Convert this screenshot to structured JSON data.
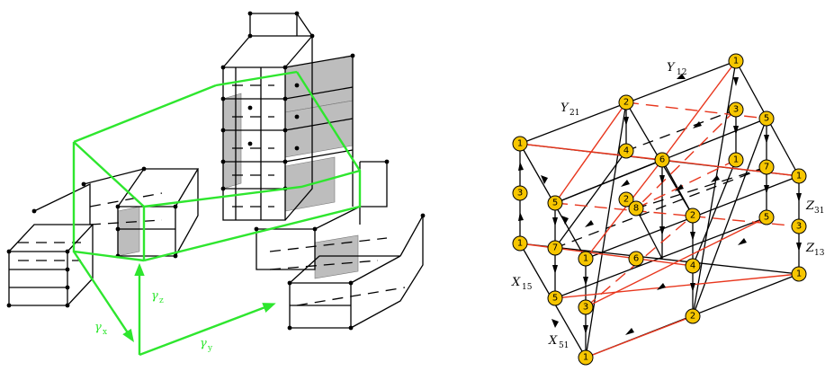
{
  "left_diagram": {
    "gamma_labels": [
      {
        "id": "gx",
        "sym": "γ",
        "sub": "x"
      },
      {
        "id": "gy",
        "sym": "γ",
        "sub": "y"
      },
      {
        "id": "gz",
        "sym": "γ",
        "sub": "z"
      }
    ],
    "colors": {
      "loop": "#2ee62e",
      "plaquette": "#bdbdbd",
      "edge": "#000000"
    }
  },
  "right_diagram": {
    "colors": {
      "node_fill": "#f7c600",
      "node_stroke": "#000000",
      "red_edges": "#e8361d"
    },
    "field_labels": [
      {
        "id": "y12",
        "sym": "Y",
        "sub": "12"
      },
      {
        "id": "y21",
        "sym": "Y",
        "sub": "21"
      },
      {
        "id": "z31",
        "sym": "Z",
        "sub": "31"
      },
      {
        "id": "z13",
        "sym": "Z",
        "sub": "13"
      },
      {
        "id": "x15",
        "sym": "X",
        "sub": "15"
      },
      {
        "id": "x51",
        "sym": "X",
        "sub": "51"
      }
    ],
    "nodes": [
      {
        "id": "n-top",
        "label": "1"
      },
      {
        "id": "n-a2",
        "label": "2"
      },
      {
        "id": "n-a3",
        "label": "3"
      },
      {
        "id": "n-a5",
        "label": "5"
      },
      {
        "id": "n-l1",
        "label": "1"
      },
      {
        "id": "n-l3",
        "label": "3"
      },
      {
        "id": "n-l1b",
        "label": "1"
      },
      {
        "id": "n-l5",
        "label": "5"
      },
      {
        "id": "n-l7",
        "label": "7"
      },
      {
        "id": "n-l5b",
        "label": "5"
      },
      {
        "id": "n-b3",
        "label": "3"
      },
      {
        "id": "n-bot",
        "label": "1"
      },
      {
        "id": "n-c4",
        "label": "4"
      },
      {
        "id": "n-c6",
        "label": "6"
      },
      {
        "id": "n-c1",
        "label": "1"
      },
      {
        "id": "n-c7",
        "label": "7"
      },
      {
        "id": "n-r1",
        "label": "1"
      },
      {
        "id": "n-c2",
        "label": "2"
      },
      {
        "id": "n-c8",
        "label": "8"
      },
      {
        "id": "n-c2b",
        "label": "2"
      },
      {
        "id": "n-c5",
        "label": "5"
      },
      {
        "id": "n-r3",
        "label": "3"
      },
      {
        "id": "n-c1b",
        "label": "1"
      },
      {
        "id": "n-c6b",
        "label": "6"
      },
      {
        "id": "n-c4b",
        "label": "4"
      },
      {
        "id": "n-r1b",
        "label": "1"
      },
      {
        "id": "n-c2c",
        "label": "2"
      }
    ]
  }
}
